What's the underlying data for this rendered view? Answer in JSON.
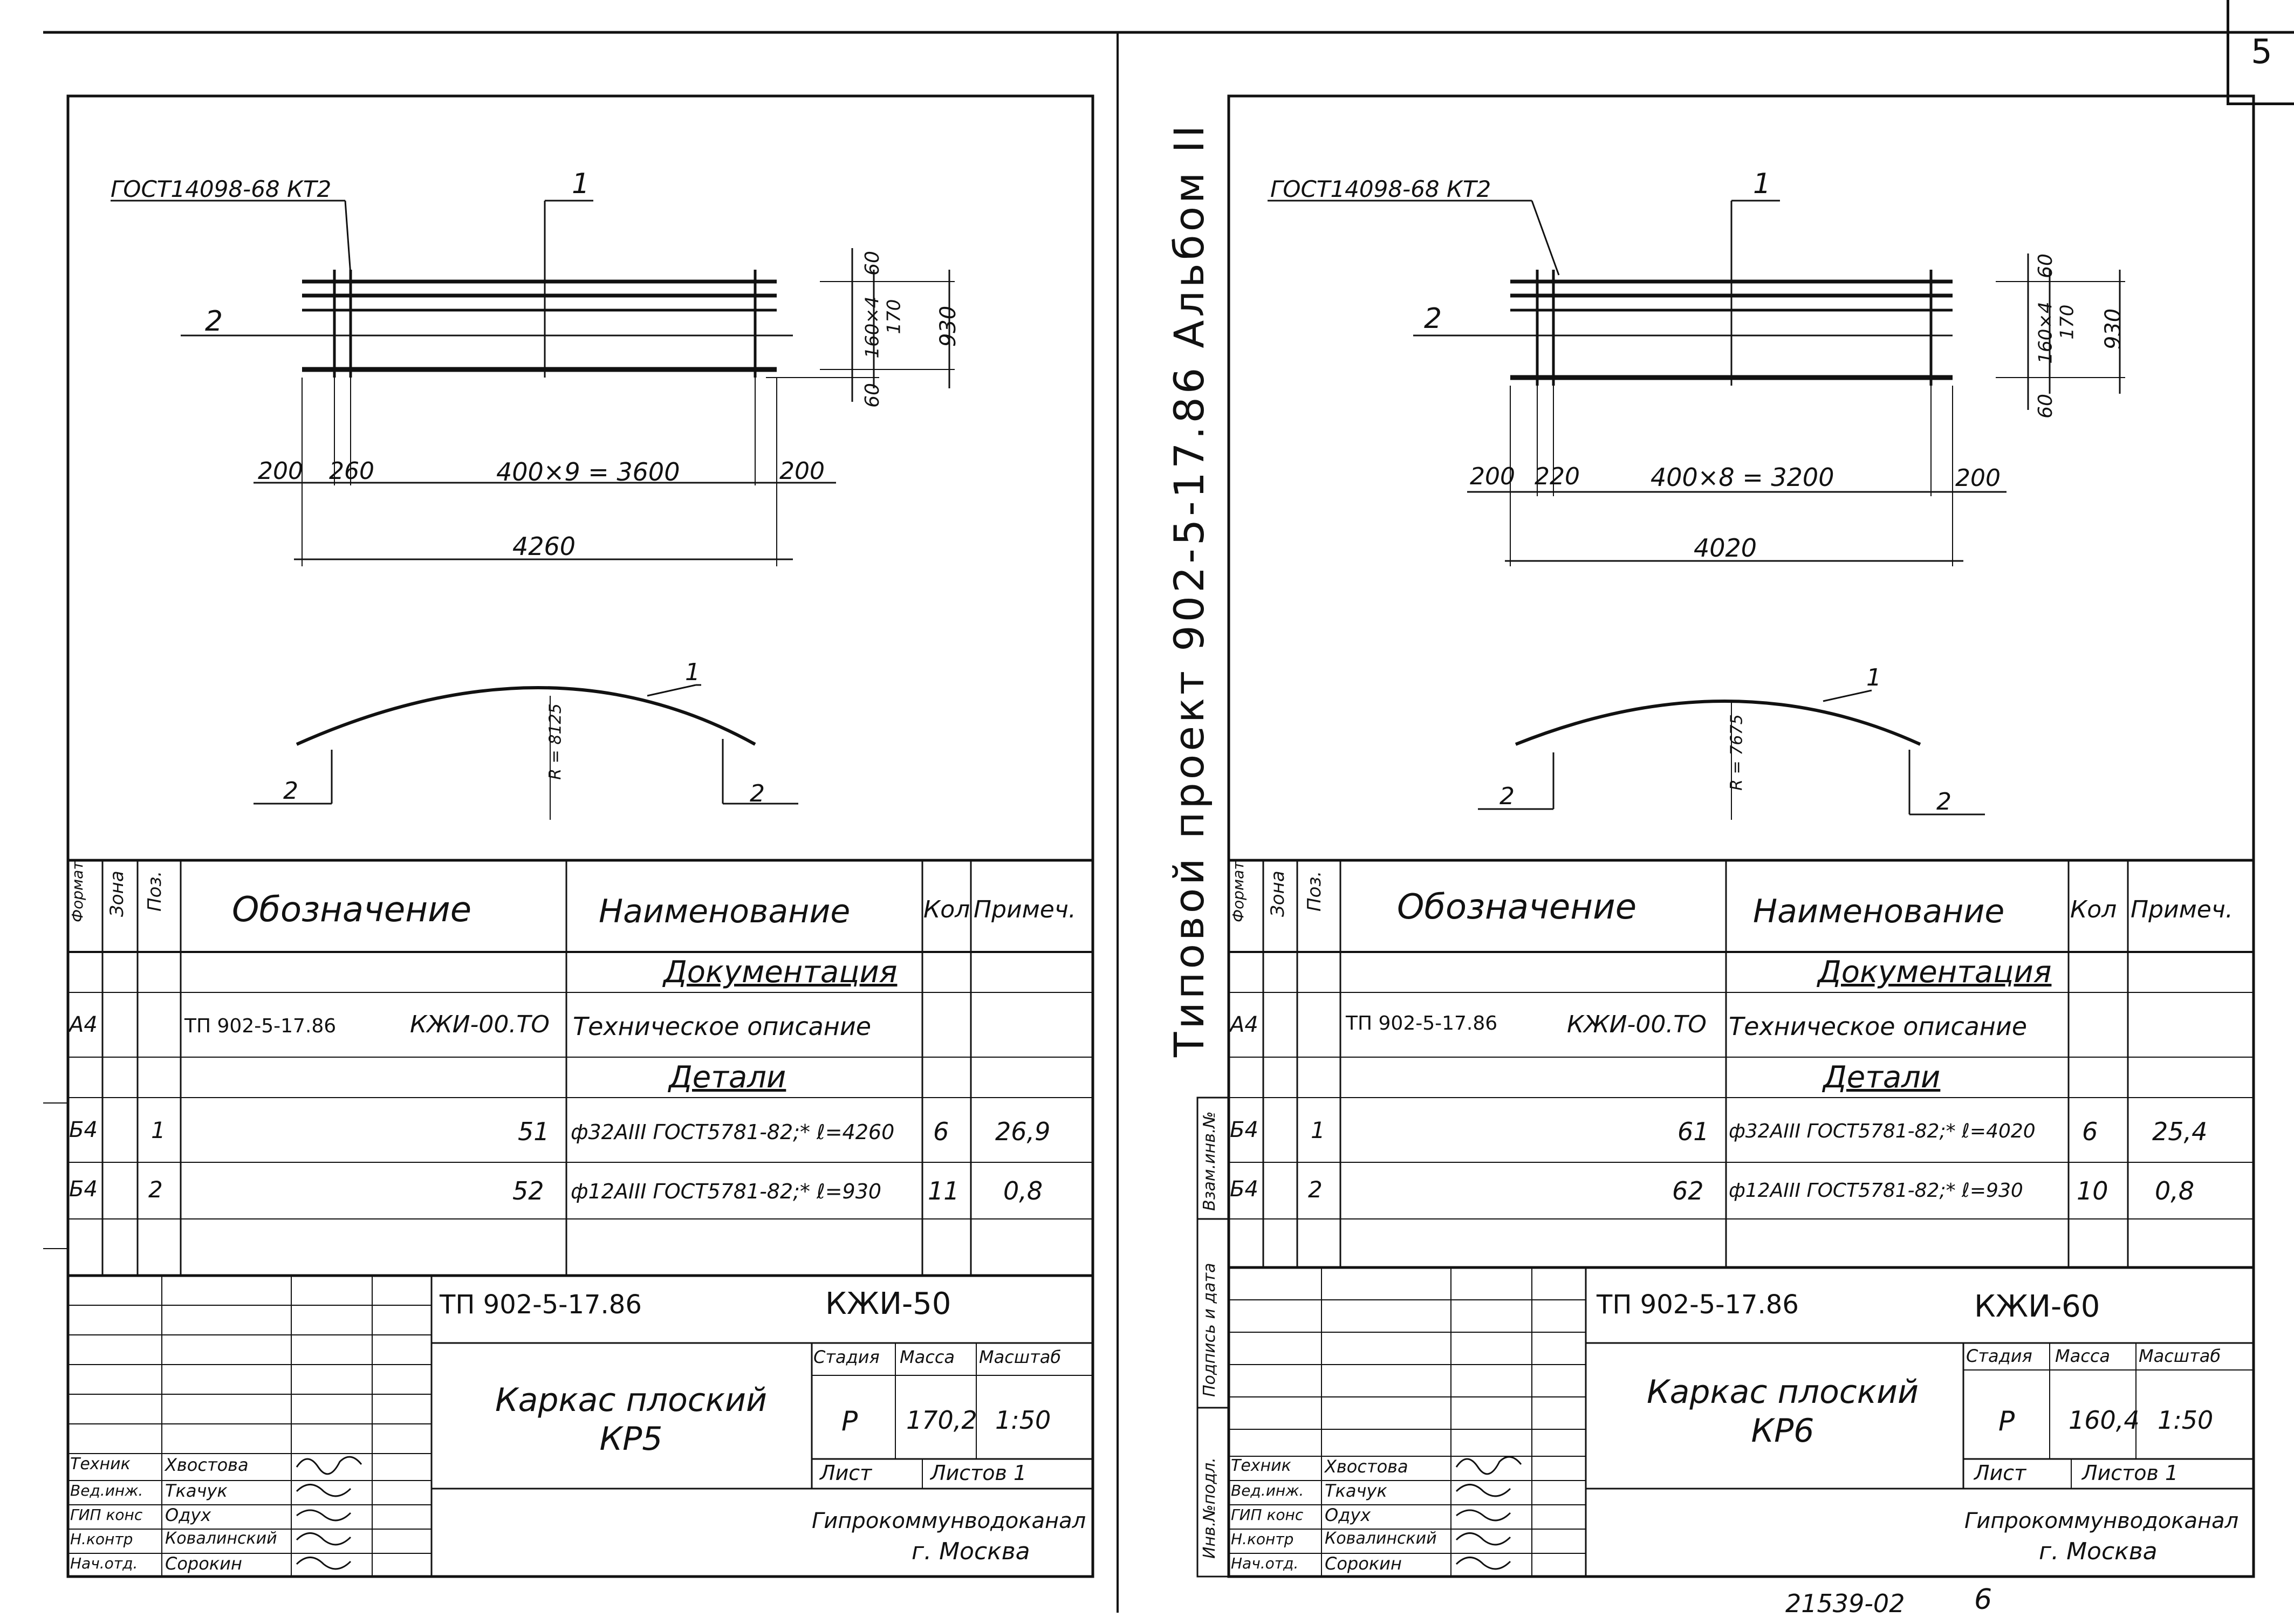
{
  "sheet_number": "5",
  "album_title": "Типовой проект 902-5-17.86 Альбом II",
  "bottom_code": "21539-02",
  "bottom_page": "6",
  "spec_headers": {
    "format": "Формат",
    "zone": "Зона",
    "pos": "Поз.",
    "designation": "Обозначение",
    "name": "Наименование",
    "qty": "Кол",
    "note": "Примеч."
  },
  "left_sheet": {
    "drawing": {
      "gost_label": "ГОСТ14098-68 КТ2",
      "pos1": "1",
      "pos2": "2",
      "dims_vertical": [
        "60",
        "160×4",
        "170",
        "930",
        "60"
      ],
      "dim_200_left": "200",
      "dim_260": "260",
      "dim_span": "400×9 = 3600",
      "dim_200_right": "200",
      "dim_total": "4260",
      "radius": "R = 8125"
    },
    "spec": {
      "section_docs": "Документация",
      "row_doc": {
        "format": "А4",
        "designation": "ТП 902-5-17.86",
        "code": "КЖИ-00.ТО",
        "name": "Техническое описание"
      },
      "section_parts": "Детали",
      "rows": [
        {
          "format": "Б4",
          "pos": "1",
          "designation": "51",
          "name": "ф32АIII ГОСТ5781-82;* ℓ=4260",
          "qty": "6",
          "note": "26,9"
        },
        {
          "format": "Б4",
          "pos": "2",
          "designation": "52",
          "name": "ф12АIII ГОСТ5781-82;* ℓ=930",
          "qty": "11",
          "note": "0,8"
        }
      ]
    },
    "title_block": {
      "project": "ТП 902-5-17.86",
      "code": "КЖИ-50",
      "title": "Каркас плоский КР5",
      "stage_label": "Стадия",
      "mass_label": "Масса",
      "scale_label": "Масштаб",
      "stage": "Р",
      "mass": "170,2",
      "scale": "1:50",
      "sheet_label": "Лист",
      "sheets_label": "Листов 1",
      "org": "Гипрокоммунводоканал",
      "city": "г. Москва",
      "signers": [
        {
          "role": "Техник",
          "name": "Хвостова"
        },
        {
          "role": "Вед.инж.",
          "name": "Ткачук"
        },
        {
          "role": "ГИП конс",
          "name": "Одух"
        },
        {
          "role": "Н.контр",
          "name": "Ковалинский"
        },
        {
          "role": "Нач.отд.",
          "name": "Сорокин"
        }
      ]
    }
  },
  "right_sheet": {
    "drawing": {
      "gost_label": "ГОСТ14098-68 КТ2",
      "pos1": "1",
      "pos2": "2",
      "dims_vertical": [
        "60",
        "160×4",
        "170",
        "930",
        "60"
      ],
      "dim_200_left": "200",
      "dim_220": "220",
      "dim_span": "400×8 = 3200",
      "dim_200_right": "200",
      "dim_total": "4020",
      "radius": "R = 7675"
    },
    "side_labels": [
      "Инв.№подл.",
      "Подпись и дата",
      "Взам.инв.№"
    ],
    "spec": {
      "section_docs": "Документация",
      "row_doc": {
        "format": "А4",
        "designation": "ТП 902-5-17.86",
        "code": "КЖИ-00.ТО",
        "name": "Техническое описание"
      },
      "section_parts": "Детали",
      "rows": [
        {
          "format": "Б4",
          "pos": "1",
          "designation": "61",
          "name": "ф32АIII ГОСТ5781-82;* ℓ=4020",
          "qty": "6",
          "note": "25,4"
        },
        {
          "format": "Б4",
          "pos": "2",
          "designation": "62",
          "name": "ф12АIII ГОСТ5781-82;* ℓ=930",
          "qty": "10",
          "note": "0,8"
        }
      ]
    },
    "title_block": {
      "project": "ТП 902-5-17.86",
      "code": "КЖИ-60",
      "title": "Каркас плоский КР6",
      "stage_label": "Стадия",
      "mass_label": "Масса",
      "scale_label": "Масштаб",
      "stage": "Р",
      "mass": "160,4",
      "scale": "1:50",
      "sheet_label": "Лист",
      "sheets_label": "Листов 1",
      "org": "Гипрокоммунводоканал",
      "city": "г. Москва",
      "signers": [
        {
          "role": "Техник",
          "name": "Хвостова"
        },
        {
          "role": "Вед.инж.",
          "name": "Ткачук"
        },
        {
          "role": "ГИП конс",
          "name": "Одух"
        },
        {
          "role": "Н.контр",
          "name": "Ковалинский"
        },
        {
          "role": "Нач.отд.",
          "name": "Сорокин"
        }
      ]
    }
  }
}
